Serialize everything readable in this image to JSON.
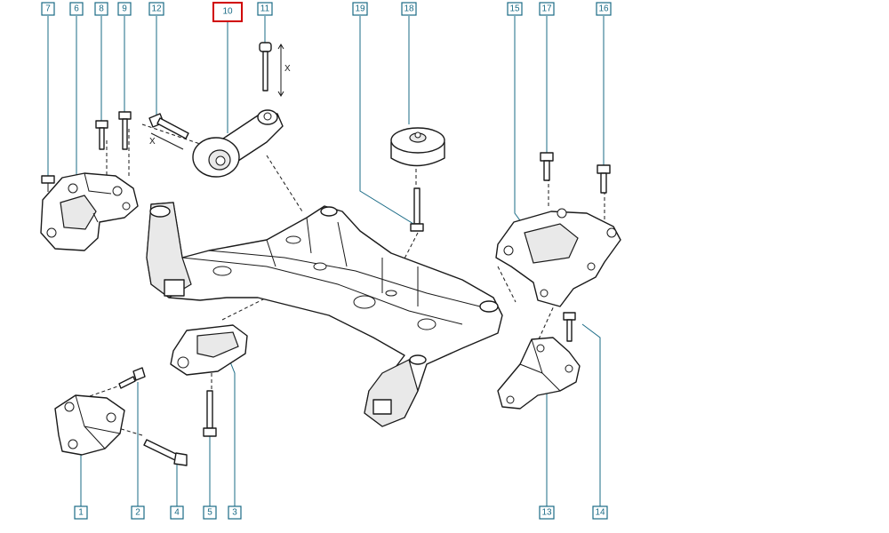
{
  "accent_color": "#1a6b86",
  "highlight_color": "#d00000",
  "highlighted_part": "10",
  "callouts": {
    "c1": "1",
    "c2": "2",
    "c3": "3",
    "c4": "4",
    "c5": "5",
    "c6": "6",
    "c7": "7",
    "c8": "8",
    "c9": "9",
    "c10": "10",
    "c11": "11",
    "c12": "12",
    "c13": "13",
    "c14": "14",
    "c15": "15",
    "c16": "16",
    "c17": "17",
    "c18": "18",
    "c19": "19"
  },
  "dimension_labels": {
    "bolt_11_length": "X",
    "bolt_12_length": "X"
  }
}
